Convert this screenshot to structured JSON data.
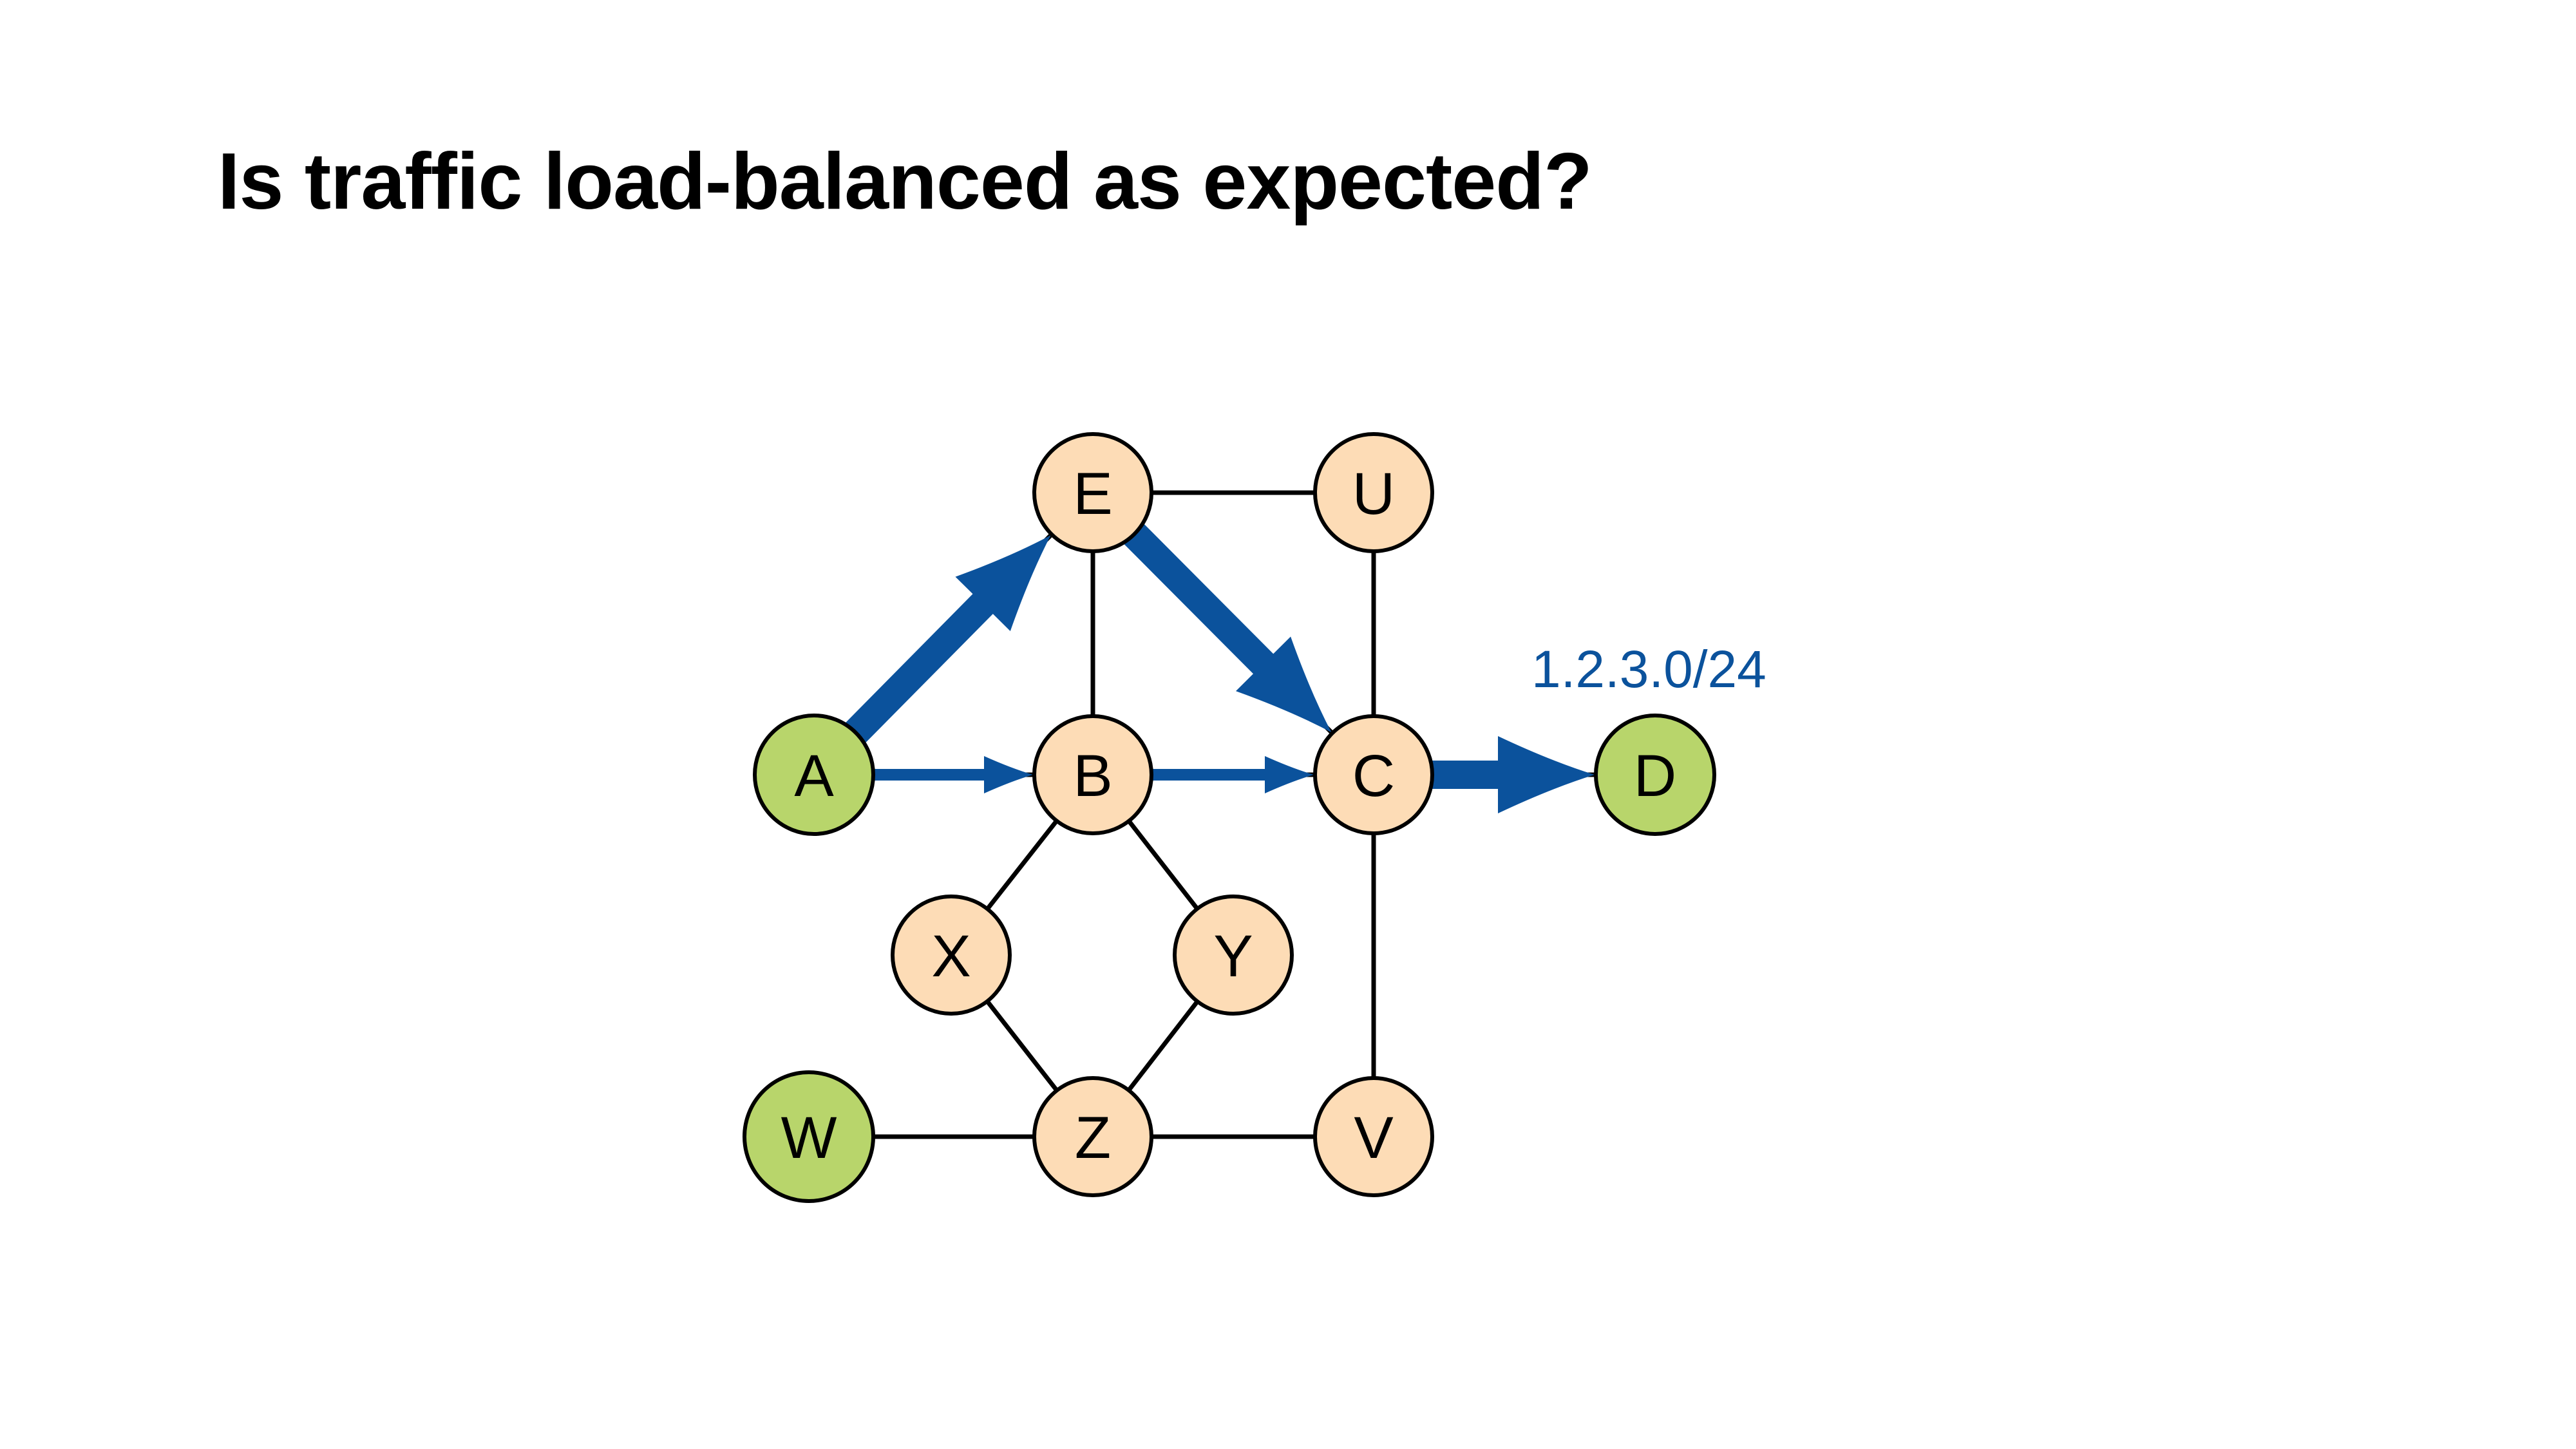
{
  "slide": {
    "title": "Is traffic load-balanced as expected?"
  },
  "colors": {
    "flow": "#0B529C",
    "endpoint_fill": "#B8D56B",
    "router_fill": "#FDDCB6",
    "edge": "#000000",
    "prefix_text": "#0B529C"
  },
  "diagram": {
    "prefix_label": "1.2.3.0/24",
    "prefix_attached_to": "D",
    "nodes": [
      {
        "id": "E",
        "label": "E",
        "kind": "router"
      },
      {
        "id": "U",
        "label": "U",
        "kind": "router"
      },
      {
        "id": "A",
        "label": "A",
        "kind": "endpoint"
      },
      {
        "id": "B",
        "label": "B",
        "kind": "router"
      },
      {
        "id": "C",
        "label": "C",
        "kind": "router"
      },
      {
        "id": "D",
        "label": "D",
        "kind": "endpoint"
      },
      {
        "id": "X",
        "label": "X",
        "kind": "router"
      },
      {
        "id": "Y",
        "label": "Y",
        "kind": "router"
      },
      {
        "id": "W",
        "label": "W",
        "kind": "endpoint"
      },
      {
        "id": "Z",
        "label": "Z",
        "kind": "router"
      },
      {
        "id": "V",
        "label": "V",
        "kind": "router"
      }
    ],
    "links": [
      {
        "from": "E",
        "to": "U"
      },
      {
        "from": "E",
        "to": "B"
      },
      {
        "from": "U",
        "to": "C"
      },
      {
        "from": "A",
        "to": "E"
      },
      {
        "from": "E",
        "to": "C"
      },
      {
        "from": "A",
        "to": "B"
      },
      {
        "from": "B",
        "to": "C"
      },
      {
        "from": "C",
        "to": "D"
      },
      {
        "from": "C",
        "to": "V"
      },
      {
        "from": "B",
        "to": "X"
      },
      {
        "from": "B",
        "to": "Y"
      },
      {
        "from": "X",
        "to": "Z"
      },
      {
        "from": "Y",
        "to": "Z"
      },
      {
        "from": "W",
        "to": "Z"
      },
      {
        "from": "Z",
        "to": "V"
      }
    ],
    "flows": [
      {
        "from": "A",
        "to": "E",
        "volume": "heavy"
      },
      {
        "from": "E",
        "to": "C",
        "volume": "heavy"
      },
      {
        "from": "A",
        "to": "B",
        "volume": "light"
      },
      {
        "from": "B",
        "to": "C",
        "volume": "light"
      },
      {
        "from": "C",
        "to": "D",
        "volume": "heavy"
      }
    ]
  }
}
